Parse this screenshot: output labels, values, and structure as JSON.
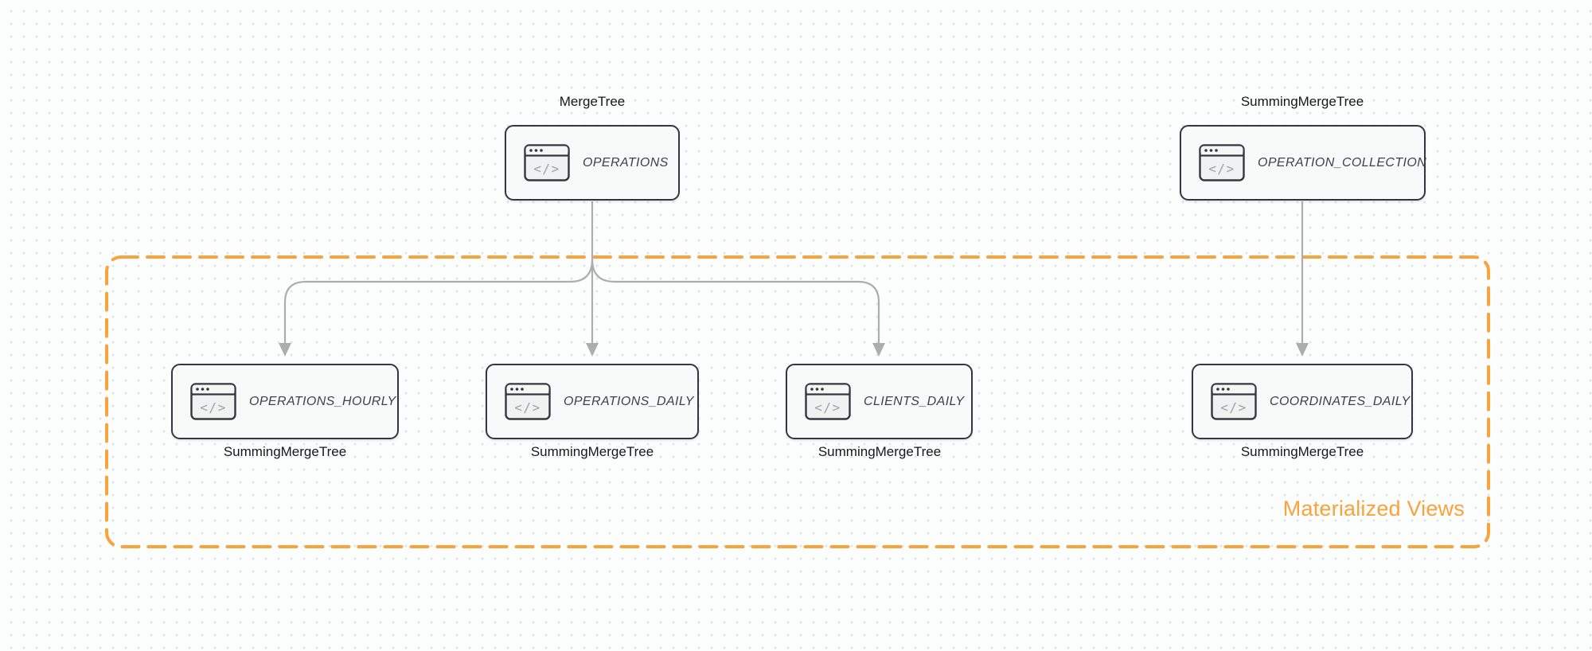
{
  "diagram": {
    "group": {
      "caption": "Materialized Views"
    },
    "nodes": [
      {
        "id": "operations",
        "title": "OPERATIONS",
        "engine": "MergeTree",
        "engine_label_position": "top",
        "in_group": false
      },
      {
        "id": "operation_collection",
        "title": "OPERATION_COLLECTION",
        "engine": "SummingMergeTree",
        "engine_label_position": "top",
        "in_group": false
      },
      {
        "id": "operations_hourly",
        "title": "OPERATIONS_HOURLY",
        "engine": "SummingMergeTree",
        "engine_label_position": "bottom",
        "in_group": true
      },
      {
        "id": "operations_daily",
        "title": "OPERATIONS_DAILY",
        "engine": "SummingMergeTree",
        "engine_label_position": "bottom",
        "in_group": true
      },
      {
        "id": "clients_daily",
        "title": "CLIENTS_DAILY",
        "engine": "SummingMergeTree",
        "engine_label_position": "bottom",
        "in_group": true
      },
      {
        "id": "coordinates_daily",
        "title": "COORDINATES_DAILY",
        "engine": "SummingMergeTree",
        "engine_label_position": "bottom",
        "in_group": true
      }
    ],
    "edges": [
      {
        "from": "operations",
        "to": "operations_hourly"
      },
      {
        "from": "operations",
        "to": "operations_daily"
      },
      {
        "from": "operations",
        "to": "clients_daily"
      },
      {
        "from": "operation_collection",
        "to": "coordinates_daily"
      }
    ],
    "icon": {
      "name": "code-window-icon",
      "glyph": "</>"
    },
    "colors": {
      "accent_orange": "#F9A33C",
      "connector_gray": "#ADADAD",
      "node_border": "#33383D",
      "node_fill": "#F8F9F9",
      "canvas_bg": "#FCFDFD",
      "dot_grid": "#E3E6E8",
      "title_text": "#3C4247",
      "label_text": "#16181B"
    }
  }
}
